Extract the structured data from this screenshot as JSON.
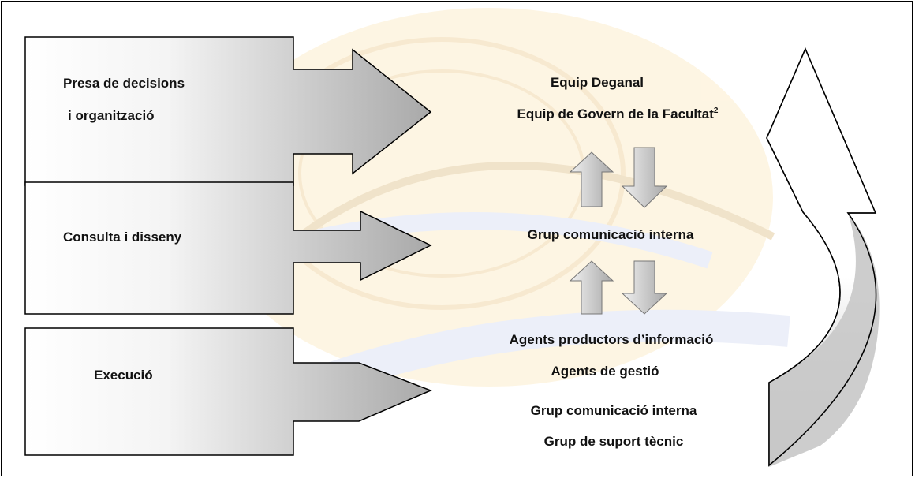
{
  "stages": [
    {
      "label_line1": "Presa de decisions",
      "label_line2": "i organització"
    },
    {
      "label_line1": "Consulta i disseny",
      "label_line2": ""
    },
    {
      "label_line1": "Execució",
      "label_line2": ""
    }
  ],
  "levels": {
    "top": {
      "line1": "Equip Deganal",
      "line2": "Equip de Govern de la Facultat",
      "line2_sup": "2"
    },
    "middle": {
      "line1": "Grup comunicació interna"
    },
    "bottom": {
      "line1": "Agents productors d’informació",
      "line2": "Agents de gestió",
      "line3": "Grup comunicació interna",
      "line4": "Grup de suport tècnic"
    }
  },
  "colors": {
    "box_border": "#000000",
    "arrow_fill_light": "#ffffff",
    "arrow_fill_dark": "#a9a9a9",
    "small_arrow_fill": "#bdbdbd",
    "watermark": "#f2c878"
  },
  "icons": [
    "callout-arrow",
    "up-arrow",
    "down-arrow",
    "curved-return-arrow"
  ]
}
